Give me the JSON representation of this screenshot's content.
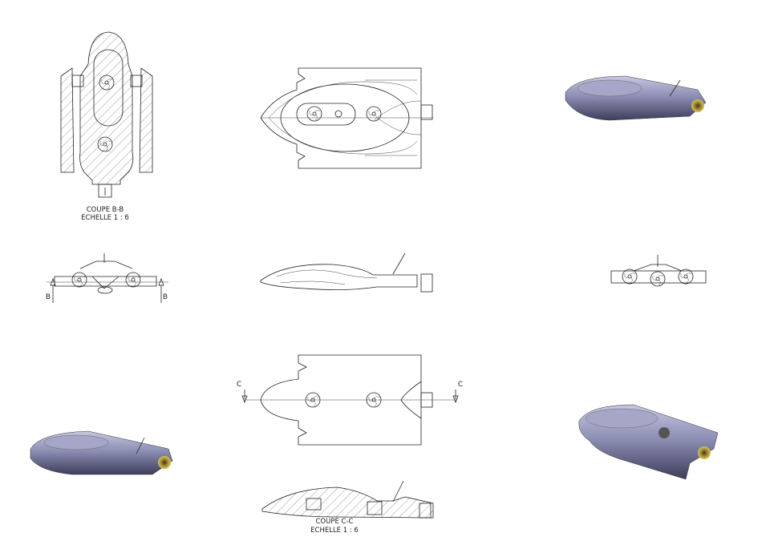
{
  "section_bb": {
    "title": "COUPE B-B",
    "scale": "ECHELLE 1 : 6"
  },
  "section_cc": {
    "title": "COUPE C-C",
    "scale": "ECHELLE 1 : 6"
  },
  "front_view": {
    "marker_left": "B",
    "marker_right": "B"
  },
  "plan_view": {
    "marker_left": "C",
    "marker_right": "C"
  },
  "colors": {
    "body": "#5c5d80",
    "body_light": "#b8b9d6",
    "nozzle": "#c9b24a",
    "line": "#222222"
  }
}
